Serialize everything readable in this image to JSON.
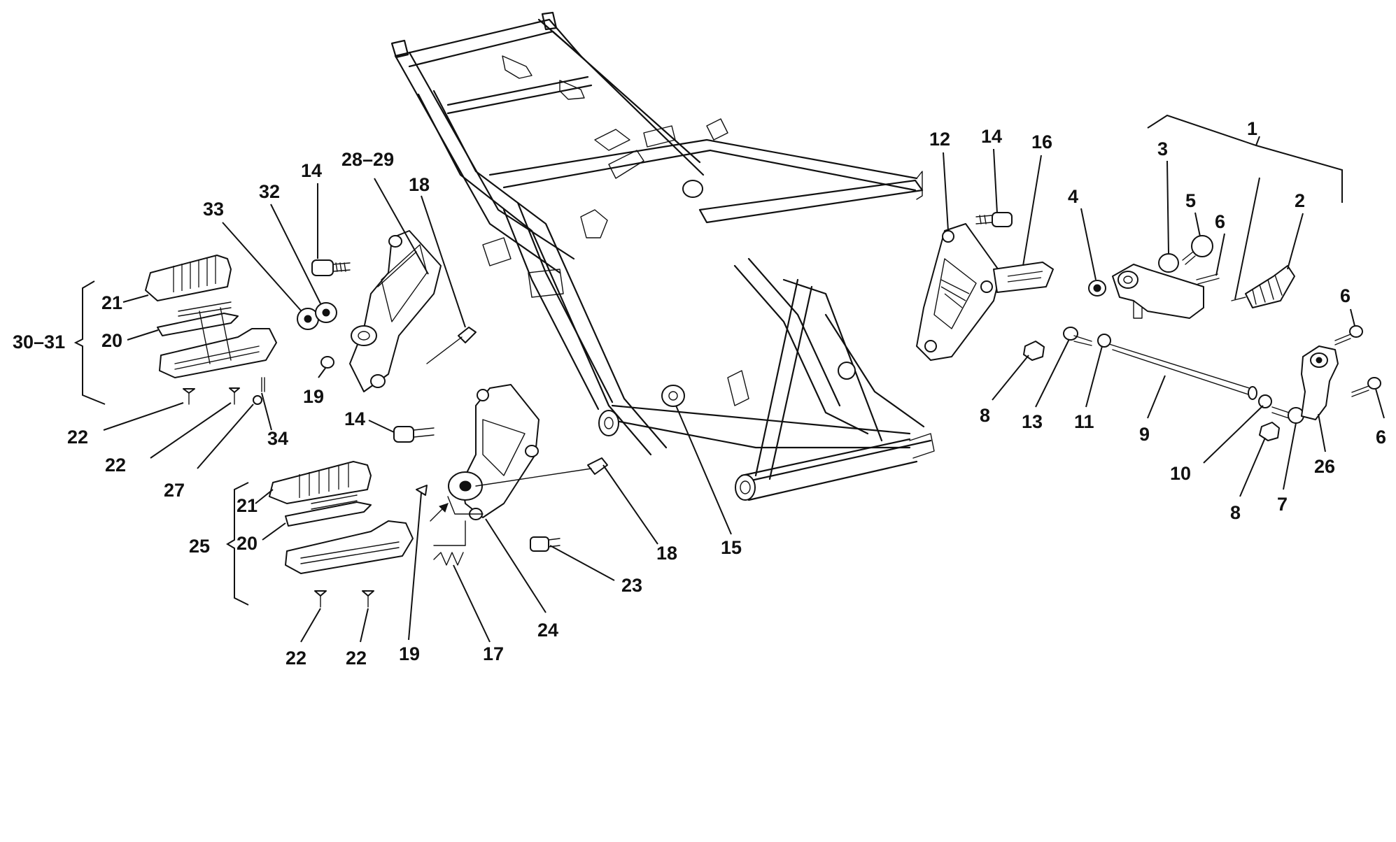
{
  "diagram": {
    "labels": {
      "l1": "1",
      "l2": "2",
      "l3": "3",
      "l4": "4",
      "l5": "5",
      "l6a": "6",
      "l6b": "6",
      "l6c": "6",
      "l7": "7",
      "l8a": "8",
      "l8b": "8",
      "l9": "9",
      "l10": "10",
      "l11": "11",
      "l12": "12",
      "l13": "13",
      "l14a": "14",
      "l14b": "14",
      "l14c": "14",
      "l15": "15",
      "l16": "16",
      "l17": "17",
      "l18a": "18",
      "l18b": "18",
      "l19a": "19",
      "l19b": "19",
      "l20a": "20",
      "l20b": "20",
      "l21a": "21",
      "l21b": "21",
      "l22a": "22",
      "l22b": "22",
      "l22c": "22",
      "l22d": "22",
      "l23": "23",
      "l24": "24",
      "l25": "25",
      "l26": "26",
      "l27": "27",
      "l2829": "28–29",
      "l3031": "30–31",
      "l32": "32",
      "l33": "33",
      "l34": "34"
    },
    "colors": {
      "ink": "#111111",
      "paper": "#ffffff"
    }
  }
}
